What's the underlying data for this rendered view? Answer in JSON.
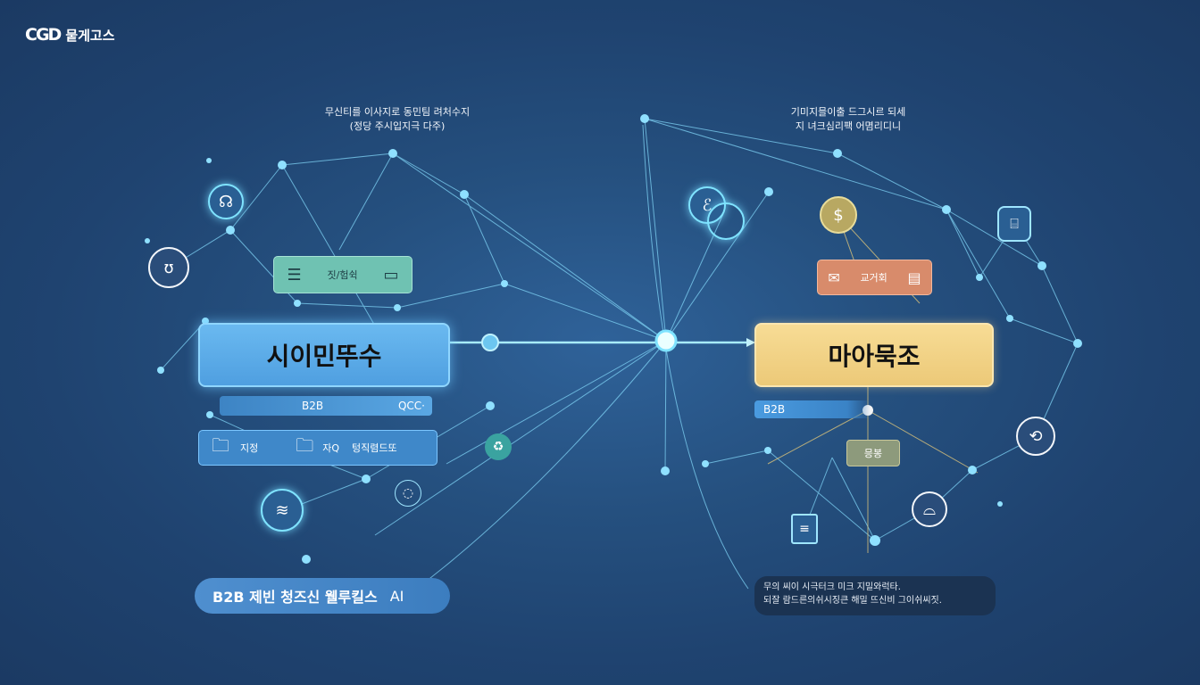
{
  "logo": {
    "mark": "CGD",
    "text": "뭍게고스"
  },
  "captions": {
    "left": [
      "무신티를 이사지로 동민팀 려처수지",
      "(정당 주시입지극 다주)"
    ],
    "right": [
      "기미지믈이출 드그시르 되세",
      "지 녀크심리팩 어몀리디니"
    ]
  },
  "left_panel": {
    "main_label": "시이민뚜수",
    "doc_card_label": "짓/험쉭",
    "bar_label": "B2B",
    "bar_right": "QCC·",
    "tools": [
      {
        "label": "지정"
      },
      {
        "label": "자Q"
      },
      {
        "label": "텅직렴드또"
      }
    ]
  },
  "right_panel": {
    "main_label": "마아묵조",
    "doc_card_label": "교거회",
    "bar_label": "B2B",
    "small_box_label": "믕봉"
  },
  "bottom_left_pill": {
    "text": "B2B 제빈 청즈신 웰루킬스",
    "badge": "AI"
  },
  "bottom_right_note": [
    "무의 씨이 시극터크 미크 지밀와럭타.",
    "되잘 람드른의쉬시징큰 해밀 뜨신비 그이쉬씨짓."
  ],
  "icons": {
    "left": [
      "hand-gear-icon",
      "head-ai-icon",
      "wifi-icon",
      "globe-icon",
      "recycle-icon"
    ],
    "right": [
      "handshake-icon",
      "dollar-icon",
      "hexagon-book-icon",
      "cycle-icon",
      "meeting-icon",
      "document-icon"
    ]
  },
  "colors": {
    "background": "#25507f",
    "accent_cyan": "#7fe3ff",
    "left_box": "#5aa9e6",
    "right_box": "#f2d386",
    "orange_card": "#d88b6b",
    "green_card": "#6fc2b2"
  }
}
